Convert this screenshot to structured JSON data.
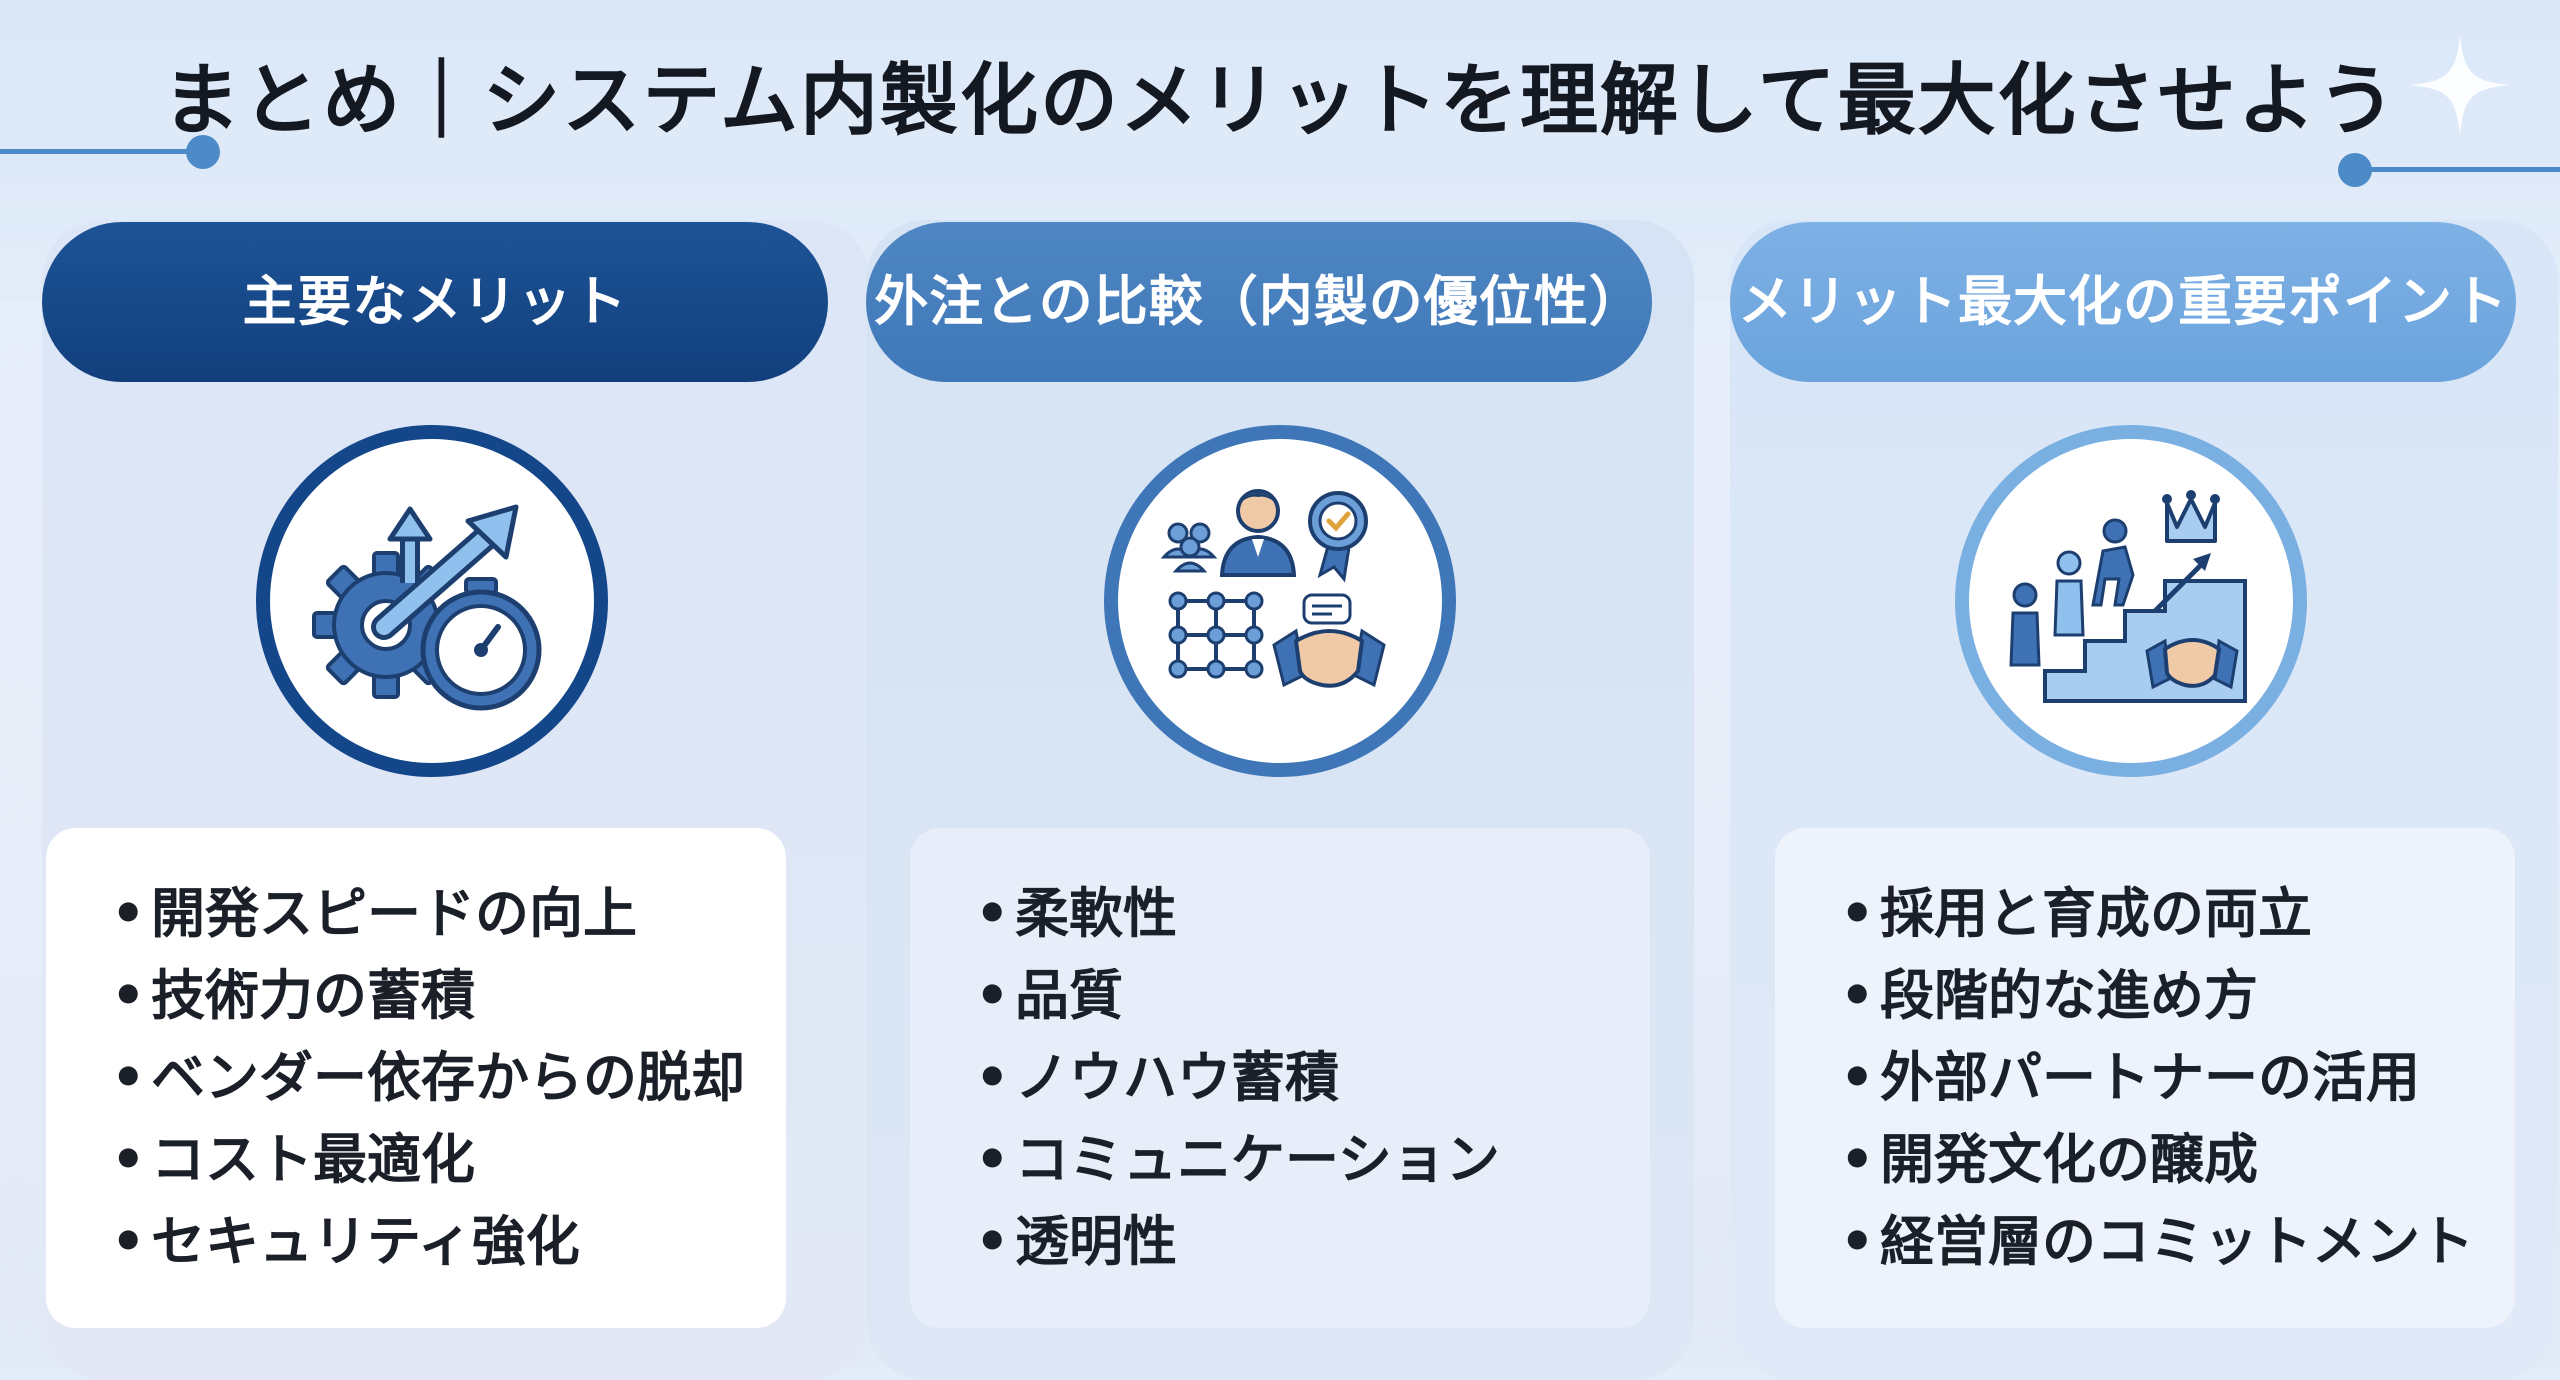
{
  "title": "まとめ｜システム内製化のメリットを理解して最大化させよう",
  "colors": {
    "navy": "#14468a",
    "mid_blue": "#3e76b8",
    "light_blue": "#7aafe2",
    "background": "#e3edfa"
  },
  "columns": [
    {
      "header": "主要なメリット",
      "icon": "gear-speed-growth-icon",
      "bullet": "•",
      "items": [
        "開発スピードの向上",
        "技術力の蓄積",
        "ベンダー依存からの脱却",
        "コスト最適化",
        "セキュリティ強化"
      ]
    },
    {
      "header": "外注との比較（内製の優位性）",
      "icon": "team-quality-network-handshake-icon",
      "bullet": "•",
      "items": [
        "柔軟性",
        "品質",
        "ノウハウ蓄積",
        "コミュニケーション",
        "透明性"
      ]
    },
    {
      "header": "メリット最大化の重要ポイント",
      "icon": "growth-stairs-crown-handshake-icon",
      "bullet": "•",
      "items": [
        "採用と育成の両立",
        "段階的な進め方",
        "外部パートナーの活用",
        "開発文化の醸成",
        "経営層のコミットメント"
      ]
    }
  ]
}
